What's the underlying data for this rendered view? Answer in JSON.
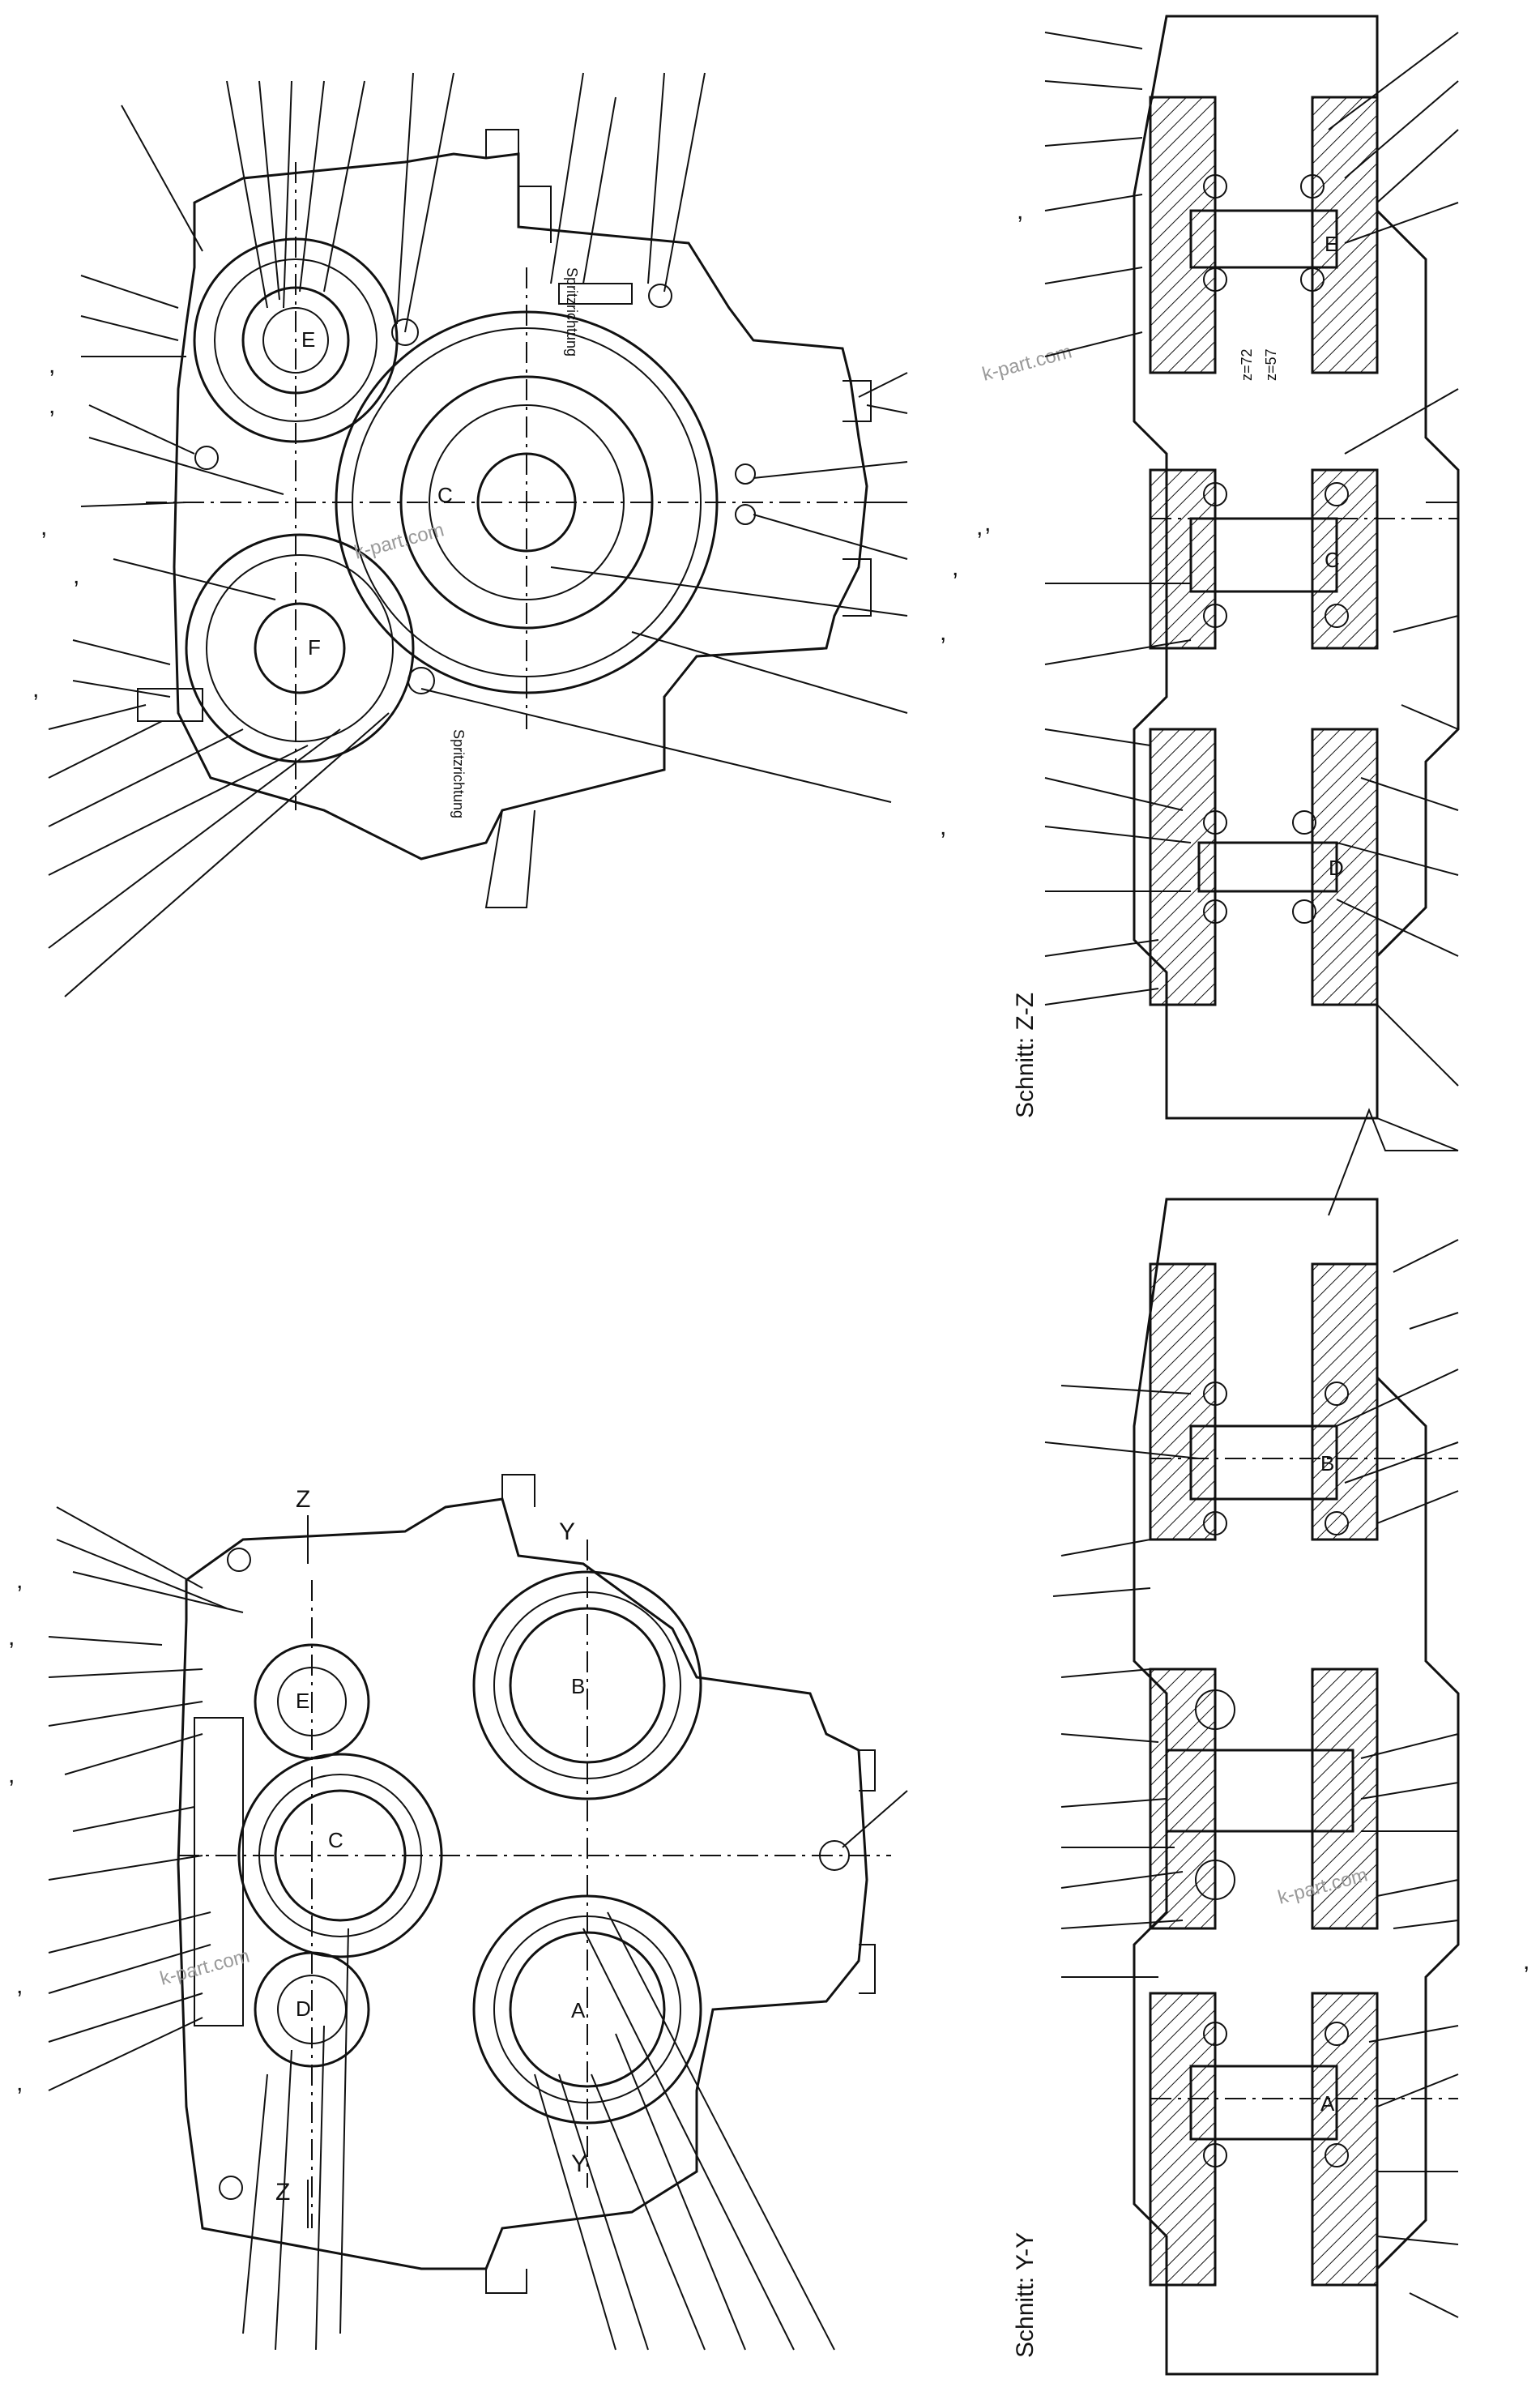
{
  "sections": {
    "z_z": "Schnitt: Z-Z",
    "y_y": "Schnitt: Y-Y"
  },
  "shaft_labels": {
    "a": "A",
    "b": "B",
    "c": "C",
    "d": "D",
    "e": "E",
    "f": "F"
  },
  "cut_marks": {
    "z": "Z",
    "y": "Y"
  },
  "tooth_counts": {
    "z72": "z=72",
    "z57": "z=57"
  },
  "notes": {
    "spritzrichtung": "Spritzrichtung"
  },
  "watermark": "k-part.com",
  "comma": ","
}
